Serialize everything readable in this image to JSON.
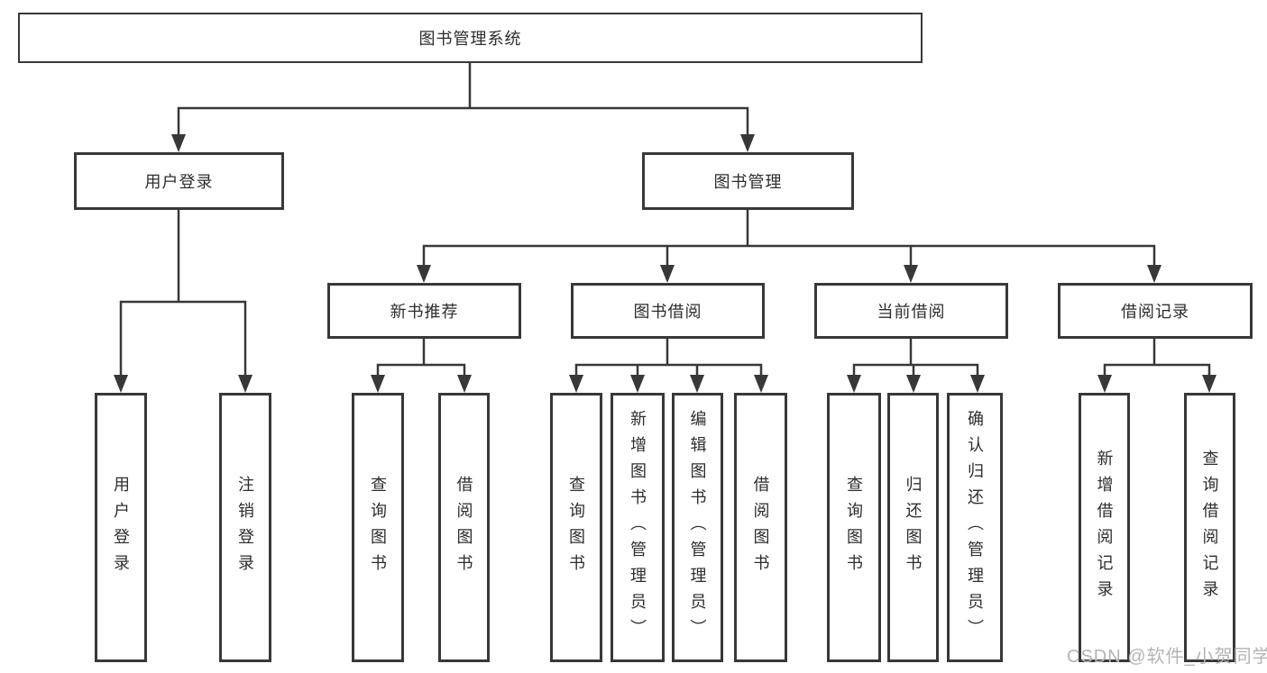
{
  "diagram_title": "图书管理系统",
  "nodes": {
    "root": {
      "label": "图书管理系统"
    },
    "user_login": {
      "label": "用户登录"
    },
    "book_mgmt": {
      "label": "图书管理"
    },
    "new_book_rec": {
      "label": "新书推荐"
    },
    "book_borrow": {
      "label": "图书借阅"
    },
    "current_borrow": {
      "label": "当前借阅"
    },
    "borrow_record": {
      "label": "借阅记录"
    },
    "leaves": [
      {
        "label": "用户登录",
        "parent": "用户登录"
      },
      {
        "label": "注销登录",
        "parent": "用户登录"
      },
      {
        "label": "查询图书",
        "parent": "新书推荐"
      },
      {
        "label": "借阅图书",
        "parent": "新书推荐"
      },
      {
        "label": "查询图书",
        "parent": "图书借阅"
      },
      {
        "label": "新增图书（管理员）",
        "parent": "图书借阅"
      },
      {
        "label": "编辑图书（管理员）",
        "parent": "图书借阅"
      },
      {
        "label": "借阅图书",
        "parent": "图书借阅"
      },
      {
        "label": "查询图书",
        "parent": "当前借阅"
      },
      {
        "label": "归还图书",
        "parent": "当前借阅"
      },
      {
        "label": "确认归还（管理员）",
        "parent": "当前借阅"
      },
      {
        "label": "新增借阅记录",
        "parent": "借阅记录"
      },
      {
        "label": "查询借阅记录",
        "parent": "借阅记录"
      }
    ]
  },
  "watermark": {
    "text": "CSDN @软件_小贺同学"
  },
  "colors": {
    "line": "#383838",
    "box_border": "#383838",
    "text": "#2d2d2d",
    "watermark": "#b4b4b4",
    "background": "#ffffff"
  }
}
